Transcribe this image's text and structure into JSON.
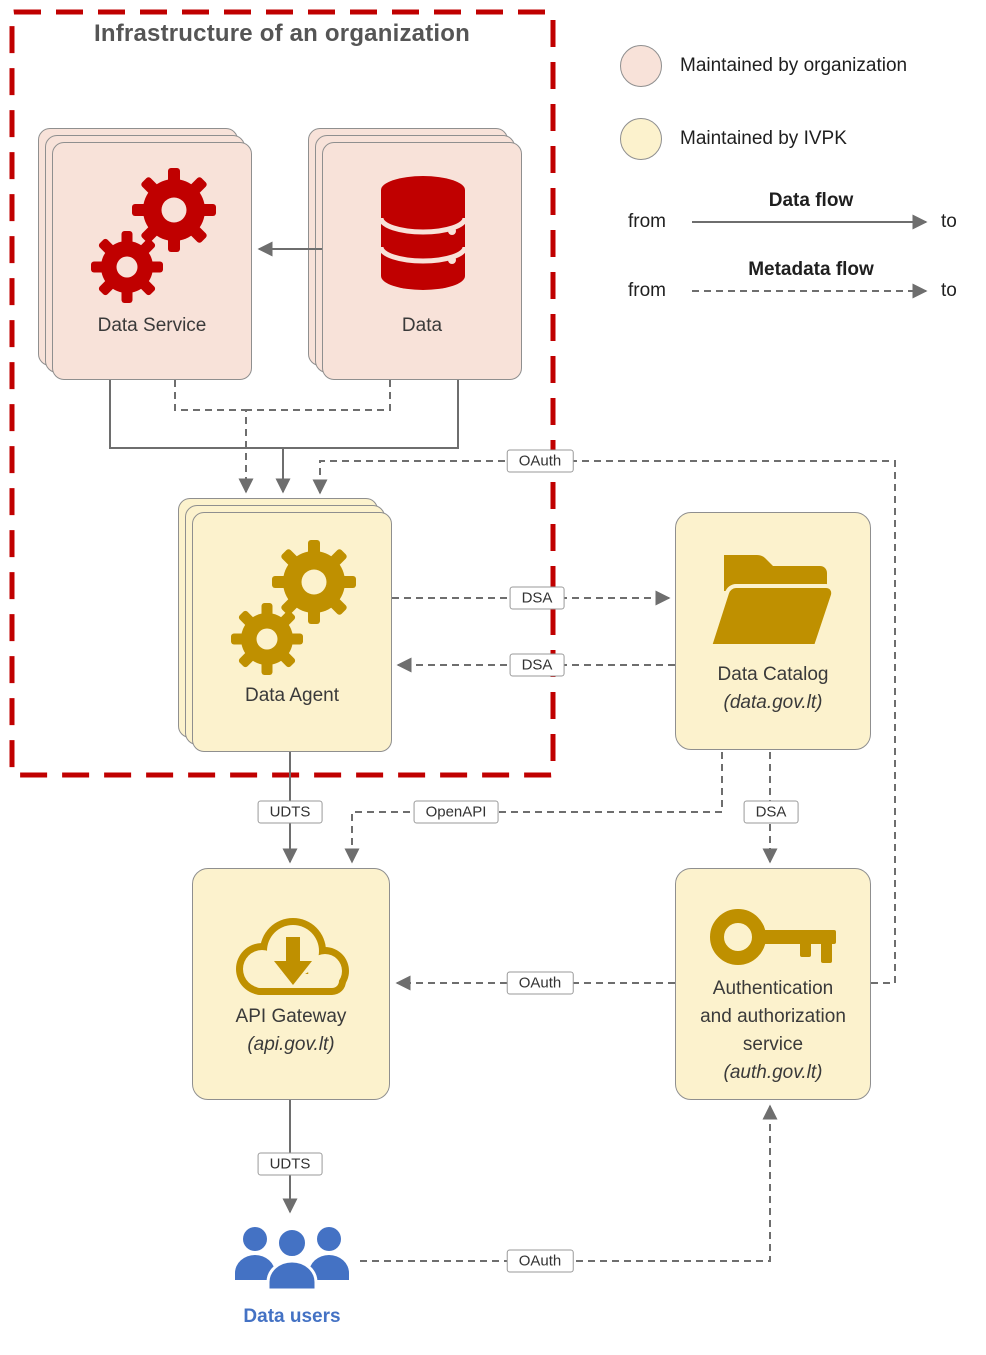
{
  "title": "Infrastructure of an organization",
  "legend": {
    "org_label": "Maintained by organization",
    "ivpk_label": "Maintained by IVPK",
    "data_flow_label": "Data flow",
    "metadata_flow_label": "Metadata flow",
    "from_label": "from",
    "to_label": "to"
  },
  "nodes": {
    "data_service": {
      "label": "Data Service"
    },
    "data": {
      "label": "Data"
    },
    "data_agent": {
      "label": "Data Agent"
    },
    "data_catalog": {
      "label": "Data Catalog",
      "sublabel": "(data.gov.lt)"
    },
    "api_gateway": {
      "label": "API Gateway",
      "sublabel": "(api.gov.lt)"
    },
    "auth_service": {
      "label_lines": [
        "Authentication",
        "and authorization",
        "service"
      ],
      "sublabel": "(auth.gov.lt)"
    },
    "data_users": {
      "label": "Data users"
    }
  },
  "edge_labels": {
    "oauth_auth_to_agent": "OAuth",
    "dsa_agent_to_catalog": "DSA",
    "dsa_catalog_to_agent": "DSA",
    "udts_agent_to_gateway": "UDTS",
    "openapi_catalog_to_gateway": "OpenAPI",
    "dsa_catalog_to_auth": "DSA",
    "oauth_auth_to_gateway": "OAuth",
    "udts_gateway_to_users": "UDTS",
    "oauth_users_to_auth": "OAuth"
  },
  "colors": {
    "organization_fill": "#F8E2D9",
    "ivpk_fill": "#FCF2CD",
    "boundary_red": "#C00000",
    "icon_red": "#C00000",
    "icon_gold": "#BF9000",
    "users_blue": "#4472C4",
    "line_gray": "#6E6E6E"
  }
}
